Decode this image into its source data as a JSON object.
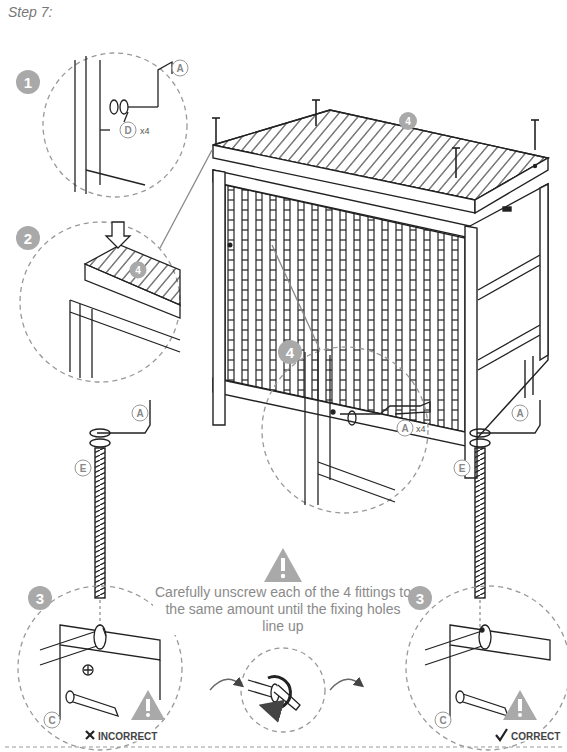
{
  "diagram": {
    "title": "Step 7:",
    "labels": [
      "1",
      "A",
      "D",
      "x4",
      "4",
      "2",
      "4",
      "4",
      "A",
      "x4",
      "A",
      "E",
      "A",
      "E",
      "Carefully unscrew each of the 4 fittings to the same amount until the fixing holes line up",
      "3",
      "C",
      "INCORRECT",
      "3",
      "C",
      "CORRECT"
    ]
  }
}
